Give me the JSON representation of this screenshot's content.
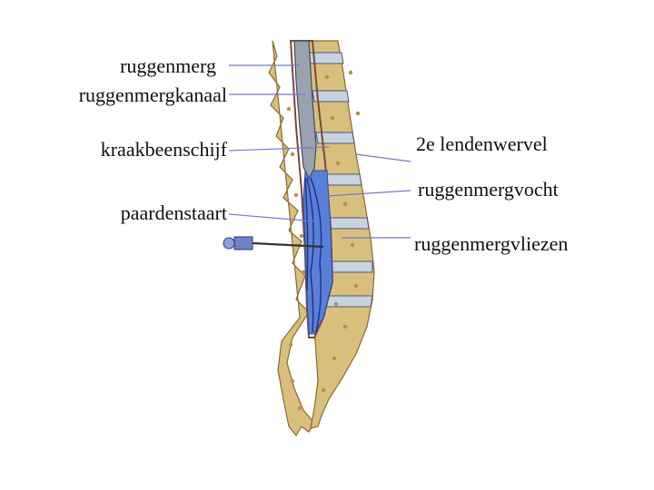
{
  "labels": {
    "ruggenmerg": "ruggenmerg",
    "ruggenmergkanaal": "ruggenmergkanaal",
    "kraakbeenschijf": "kraakbeenschijf",
    "paardenstaart": "paardenstaart",
    "lendenwervel": "2e lendenwervel",
    "ruggenmergvocht": "ruggenmergvocht",
    "ruggenmergvliezen": "ruggenmergvliezen"
  },
  "colors": {
    "bone": "#d9bf7e",
    "bone_spots": "#b88f46",
    "disc": "#c9d3e0",
    "csf": "#5a7fd8",
    "cord": "#9aa2b0",
    "membrane": "#7a4a3a",
    "label_line": "#7777cc"
  }
}
